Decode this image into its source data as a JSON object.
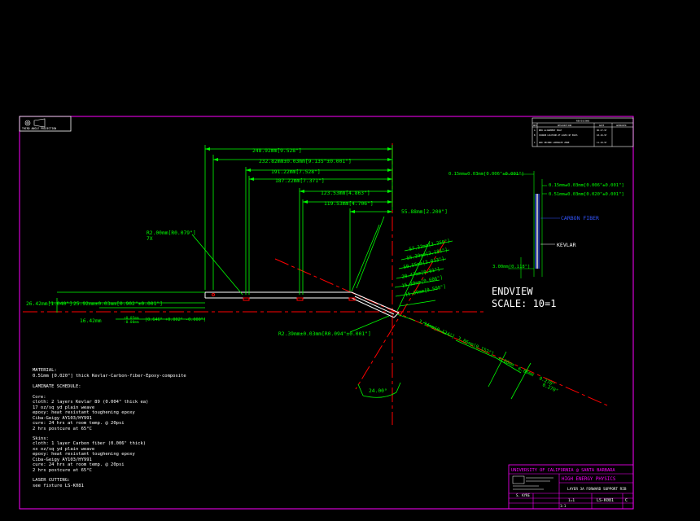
{
  "projection": {
    "label": "THIRD ANGLE PROJECTION"
  },
  "revision_block": {
    "title": "REVISIONS",
    "headers": [
      "REV",
      "DESCRIPTION",
      "DATE",
      "APPROVED"
    ],
    "rows": [
      {
        "rev": "A",
        "desc": "NEW ALIGNMENT HOLE",
        "date": "06-27-97"
      },
      {
        "rev": "B",
        "desc": "CHANGED LOCATIONS OF LASER CUT HOLES",
        "date": "10-16-97"
      },
      {
        "rev": "C",
        "desc": "ADD SECOND LAMINATE ZONE",
        "date": "11-19-97"
      }
    ]
  },
  "dimensions": {
    "d1": "248.92mm[9.528\"]",
    "d2": "232.82mm±0.03mm[9.135\"±0.001\"]",
    "d3": "191.22mm[7.528\"]",
    "d4": "187.22mm[7.371\"]",
    "d5": "123.53mm[4.863\"]",
    "d6": "119.53mm[4.706\"]",
    "d7": "55.88mm[2.200\"]",
    "radius": "R2.00mm[R0.079\"]",
    "radius_note": "7X",
    "left_a": "26.42mm[1.040\"]",
    "left_b": "25.92mm±0.03mm[0.902\"±0.001\"]",
    "left_c": "16.42mm",
    "tol_a": "+0.05mm",
    "tol_b": "-0.00mm",
    "tol_in": "[0.646\" +0.002\" -0.000\"]",
    "angle_r": "R2.39mm±0.03mm[R0.094\"±0.001\"]",
    "angle": "24.00°",
    "diag1": "57.32mm[2.258\"]",
    "diag2": "55.39mm[2.181\"]",
    "diag3": "50.55mm[2.013\"]",
    "diag4": "20.47mm[0.81\"]",
    "diag5": "15.39mm[0.606\"]",
    "diag6": "15.09mm[0.598\"]",
    "diag7": "3.14mm[0.124\"]",
    "diag8": "3.86mm[0.152\"]",
    "diag9": "6.86mm",
    "diag10": "6.86mm",
    "diag11": "0.270\"",
    "diag12": "0.270\""
  },
  "endview": {
    "top": "0.15mm±0.03mm[0.006\"±0.001\"]",
    "right1": "0.15mm±0.03mm[0.006\"±0.001\"]",
    "right2": "0.51mm±0.03mm[0.020\"±0.001\"]",
    "carbon": "CARBON FIBER",
    "kevlar": "KEVLAR",
    "height": "3.00mm[0.118\"]",
    "title": "ENDVIEW",
    "scale": "SCALE: 10=1"
  },
  "notes": {
    "material_h": "MATERIAL:",
    "material": "0.51mm [0.020\"] thick Kevlar-Carbon-fiber-Epoxy-composite",
    "laminate_h": "LAMINATE SCHEDULE:",
    "core_h": "Core:",
    "core": [
      "cloth: 2 layers Kevlar 89 (0.004\" thick ea)",
      "  17 oz/sq yd plain weave",
      "epoxy: heat resistant toughening epoxy",
      "  Ciba-Geigy AY103/HY991",
      "cure: 24 hrs at room temp. @ 20psi",
      "  2 hrs postcure at 65°C"
    ],
    "skins_h": "Skins:",
    "skins": [
      "cloth: 1 layer Carbon fiber (0.006\" thick)",
      "  xx oz/sq yd plain weave",
      "epoxy: heat resistant toughening epoxy",
      "  Ciba-Geigy AY103/HY991",
      "cure: 24 hrs at room temp. @ 20psi",
      "  2 hrs postcure at 65°C"
    ],
    "laser_h": "LASER CUTTING:",
    "laser": "see fixture LS-K081"
  },
  "title_block": {
    "university": "UNIVERSITY OF CALIFORNIA @ SANTA BARBARA",
    "dept": "HIGH ENERGY PHYSICS",
    "part": "LAYER 3A FORWARD SUPPORT RIB",
    "dwg_no": "LS-K081",
    "rev": "C",
    "drawn_by": "S. KYRE",
    "scale": "1=1",
    "sheet": "1:1"
  },
  "colors": {
    "green": "#00ff00",
    "magenta": "#ff00ff",
    "red": "#ff0000",
    "white": "#ffffff",
    "blue": "#3355ff"
  }
}
